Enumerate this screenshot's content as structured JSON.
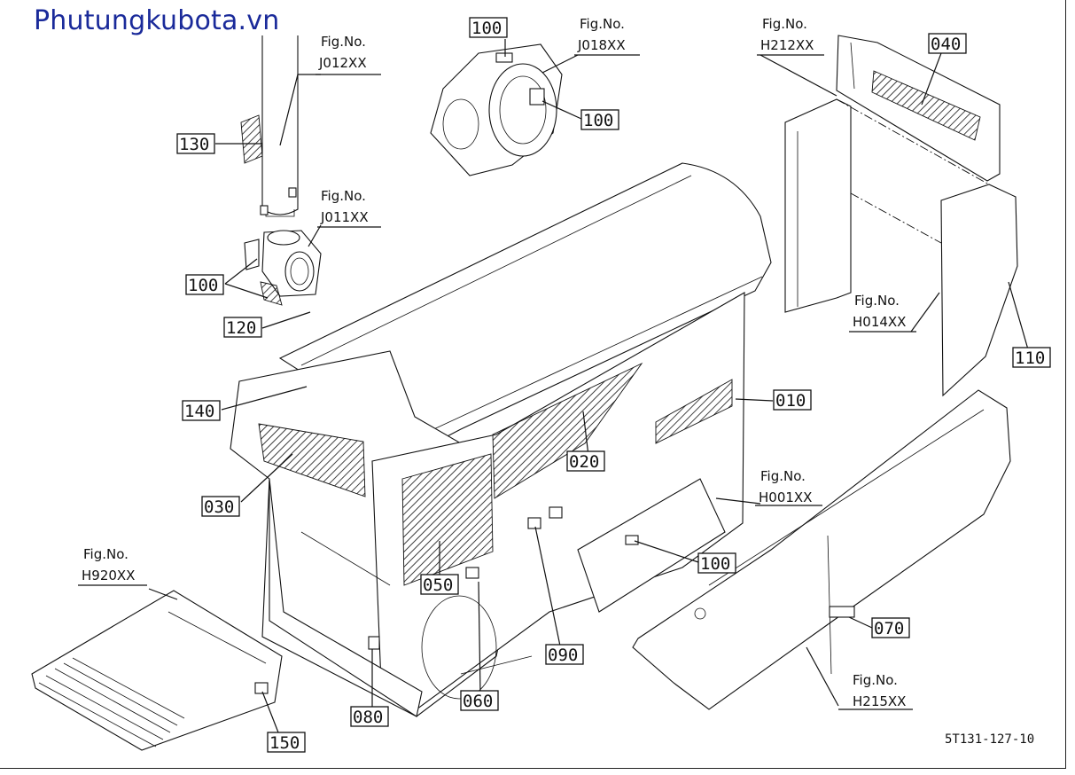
{
  "watermark": "Phutungkubota.vn",
  "drawing_code": "5T131-127-10",
  "fig_label": "Fig.No.",
  "figure_refs": {
    "j012": "J012XX",
    "j018": "J018XX",
    "j011": "J011XX",
    "h212": "H212XX",
    "h014": "H014XX",
    "h001": "H001XX",
    "h920": "H920XX",
    "h215": "H215XX"
  },
  "callouts": {
    "c010": "010",
    "c020": "020",
    "c030": "030",
    "c040": "040",
    "c050": "050",
    "c060": "060",
    "c070": "070",
    "c080": "080",
    "c090": "090",
    "c100a": "100",
    "c100b": "100",
    "c100c": "100",
    "c100d": "100",
    "c110": "110",
    "c120": "120",
    "c130": "130",
    "c140": "140",
    "c150": "150"
  }
}
